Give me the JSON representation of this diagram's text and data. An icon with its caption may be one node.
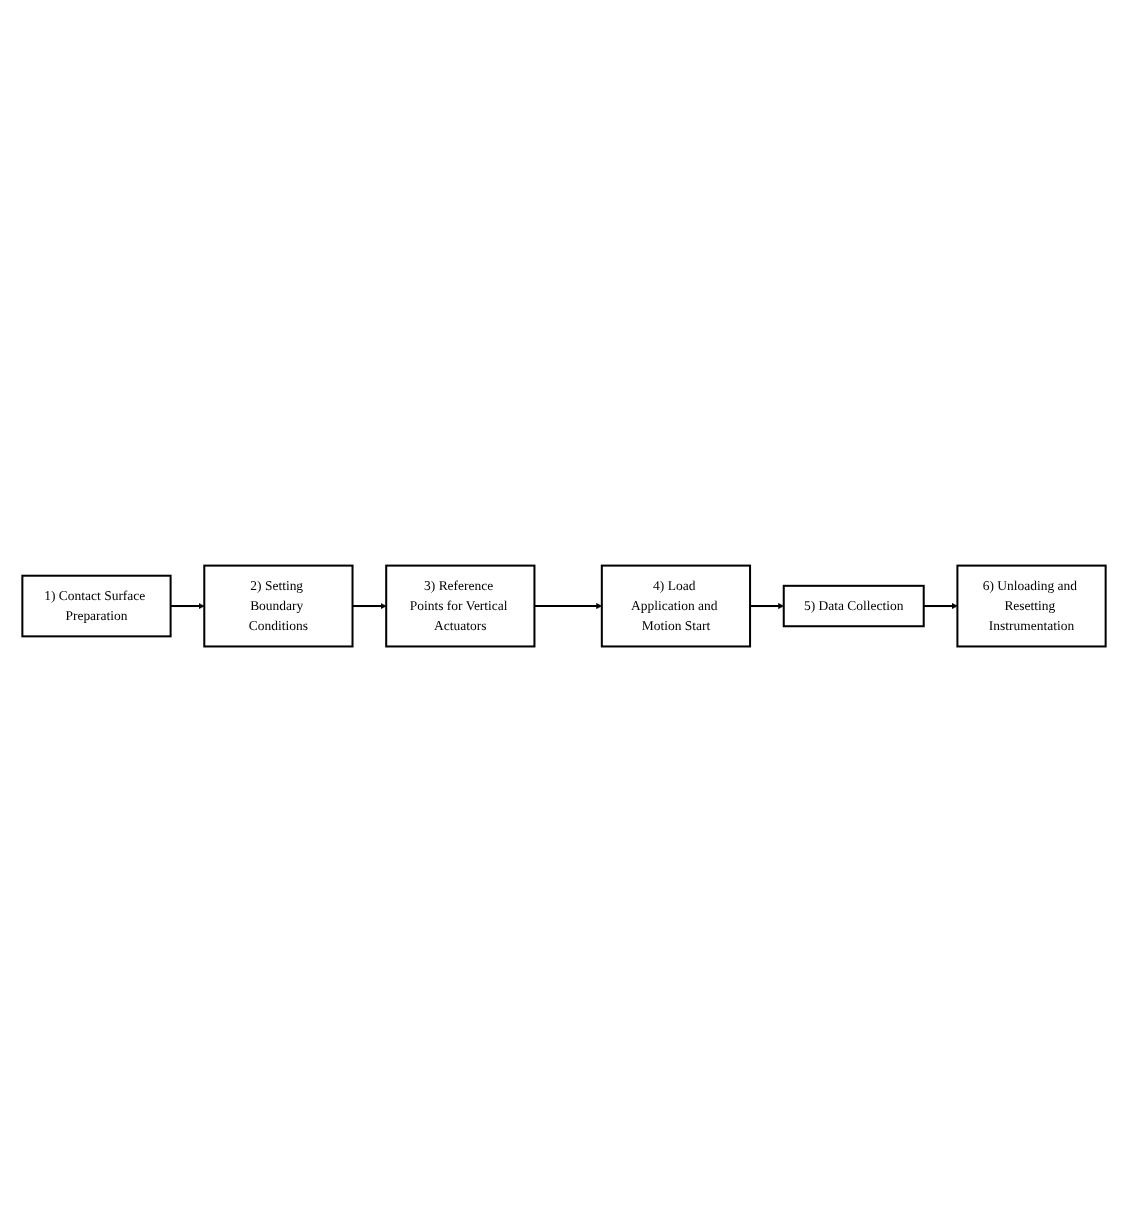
{
  "diagram": {
    "nodes": [
      {
        "text": [
          "1) Contact Surface Preparation"
        ]
      },
      {
        "text": [
          "2) Setting Boundary Conditions"
        ]
      },
      {
        "text": [
          "3) Reference Points for Vertical Actuators"
        ]
      },
      {
        "text": [
          "4) Load Application and Motion Start"
        ]
      },
      {
        "text": [
          "5) Data Collection"
        ]
      },
      {
        "text": [
          "6) Unloading and Resetting Instrumentation"
        ]
      }
    ],
    "edges": [
      {
        "from": 0,
        "to": 1,
        "arrow": "to"
      },
      {
        "from": 1,
        "to": 2,
        "arrow": "to"
      },
      {
        "from": 2,
        "to": 3,
        "arrow": "to"
      },
      {
        "from": 3,
        "to": 4,
        "arrow": "to"
      },
      {
        "from": 4,
        "to": 5,
        "arrow": "to"
      }
    ]
  }
}
